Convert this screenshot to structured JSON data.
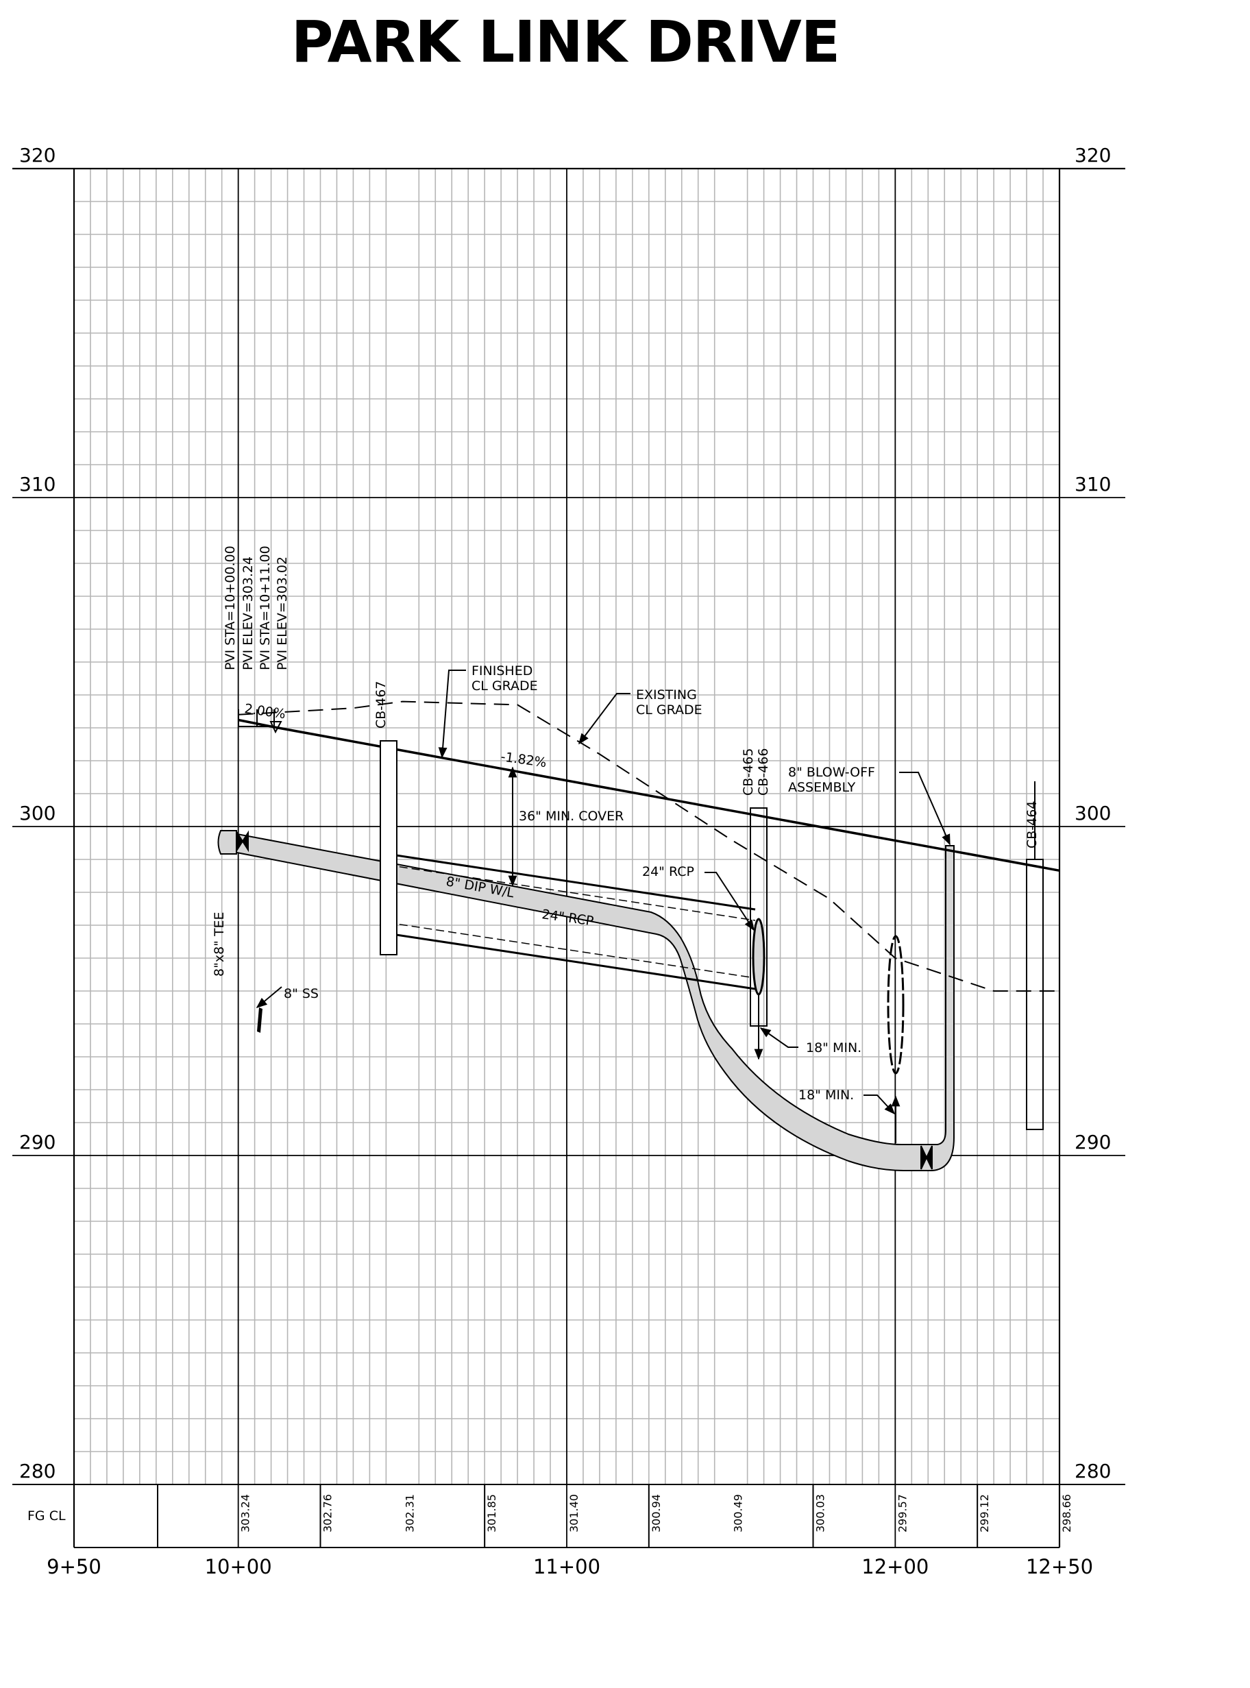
{
  "title": "PARK LINK DRIVE",
  "elevations": [
    {
      "value": "320",
      "elev": 320
    },
    {
      "value": "310",
      "elev": 310
    },
    {
      "value": "300",
      "elev": 300
    },
    {
      "value": "290",
      "elev": 290
    },
    {
      "value": "280",
      "elev": 280
    }
  ],
  "stations": [
    {
      "label": "9+50",
      "sta": 950
    },
    {
      "label": "10+00",
      "sta": 1000
    },
    {
      "label": "11+00",
      "sta": 1100
    },
    {
      "label": "12+00",
      "sta": 1200
    },
    {
      "label": "12+50",
      "sta": 1250
    }
  ],
  "fg_row_label": "FG CL",
  "fg_values": [
    {
      "sta": 1000,
      "value": "303.24"
    },
    {
      "sta": 1025,
      "value": "302.76"
    },
    {
      "sta": 1050,
      "value": "302.31"
    },
    {
      "sta": 1075,
      "value": "301.85"
    },
    {
      "sta": 1100,
      "value": "301.40"
    },
    {
      "sta": 1125,
      "value": "300.94"
    },
    {
      "sta": 1150,
      "value": "300.49"
    },
    {
      "sta": 1175,
      "value": "300.03"
    },
    {
      "sta": 1200,
      "value": "299.57"
    },
    {
      "sta": 1225,
      "value": "299.12"
    },
    {
      "sta": 1250,
      "value": "298.66"
    }
  ],
  "pvi_labels": [
    "PVI STA=10+00.00",
    "PVI ELEV=303.24",
    "PVI STA=10+11.00",
    "PVI ELEV=303.02"
  ],
  "structures": [
    {
      "label": "CB-467"
    },
    {
      "label": "CB-465"
    },
    {
      "label": "CB-466"
    },
    {
      "label": "CB-464"
    }
  ],
  "annotations": {
    "finished_grade": [
      "FINISHED",
      "CL GRADE"
    ],
    "existing_grade": [
      "EXISTING",
      "CL GRADE"
    ],
    "blow_off": [
      "8\" BLOW-OFF",
      "ASSEMBLY"
    ],
    "grade_left": "2.00%",
    "grade_main": "-1.82%",
    "min_cover": "36\" MIN. COVER",
    "water_line": "8\" DIP W/L",
    "rcp_a": "24\" RCP",
    "rcp_b": "24\" RCP",
    "tee": "8\"x8\" TEE",
    "sewer": "8\" SS",
    "min_sep_1": "18\" MIN.",
    "min_sep_2": "18\" MIN."
  },
  "profiles": {
    "finished_grade": [
      [
        1000,
        303.24
      ],
      [
        1011,
        303.02
      ],
      [
        1250,
        298.66
      ]
    ],
    "existing_grade": [
      [
        1000,
        303.4
      ],
      [
        1035,
        303.6
      ],
      [
        1050,
        303.8
      ],
      [
        1085,
        303.7
      ],
      [
        1110,
        302.2
      ],
      [
        1150,
        299.6
      ],
      [
        1180,
        297.8
      ],
      [
        1200,
        296.0
      ],
      [
        1230,
        295.0
      ],
      [
        1250,
        295.0
      ]
    ]
  }
}
